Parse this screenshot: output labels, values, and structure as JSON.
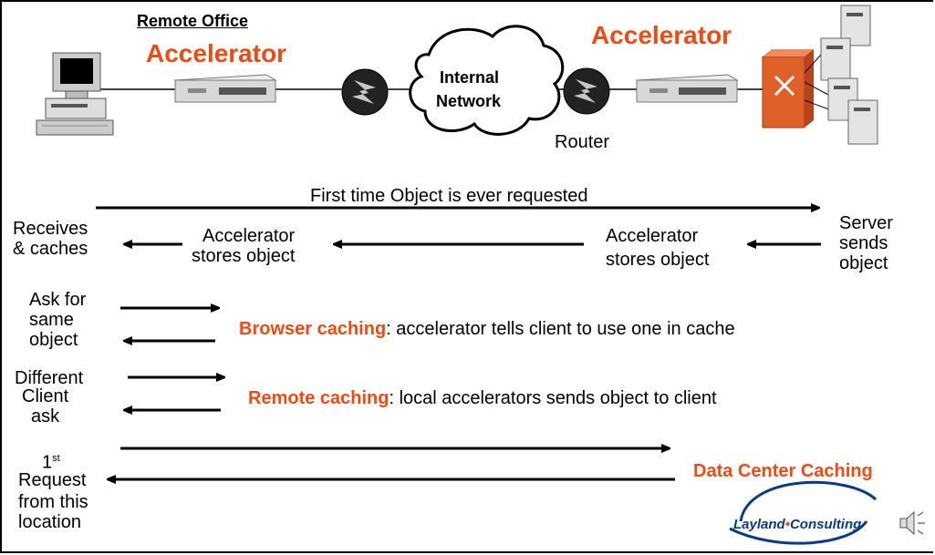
{
  "colors": {
    "accent": "#f04a10",
    "router": "#222222",
    "device": "#d8d8d8",
    "logo_blue": "#0a3a8a"
  },
  "topology": {
    "remote_office_label": "Remote Office",
    "left_accelerator_label": "Accelerator",
    "right_accelerator_label": "Accelerator",
    "cloud_label_line1": "Internal",
    "cloud_label_line2": "Network",
    "router_label": "Router"
  },
  "flows": {
    "first_time": "First time Object is ever requested",
    "receives_1": "Receives",
    "receives_2": "& caches",
    "acc_left_1": "Accelerator",
    "acc_left_2": "stores object",
    "acc_right_1": "Accelerator",
    "acc_right_2": "stores object",
    "server_1": "Server",
    "server_2": "sends",
    "server_3": "object",
    "ask_1": "Ask for",
    "ask_2": "same",
    "ask_3": "object",
    "browser_title": "Browser caching",
    "browser_desc": ": accelerator tells client to use one in cache",
    "diff_1": "Different",
    "diff_2": "Client",
    "diff_3": "ask",
    "remote_title": "Remote caching",
    "remote_desc": ": local accelerators sends object to client",
    "first_num": "1",
    "first_sup": "st",
    "req_1": "Request",
    "req_2": "from this",
    "req_3": "location",
    "datacenter_title": "Data Center Caching"
  },
  "logo": {
    "text_left": "Layland",
    "text_right": "Consulting"
  },
  "icons": {
    "speaker": "speaker-icon"
  }
}
